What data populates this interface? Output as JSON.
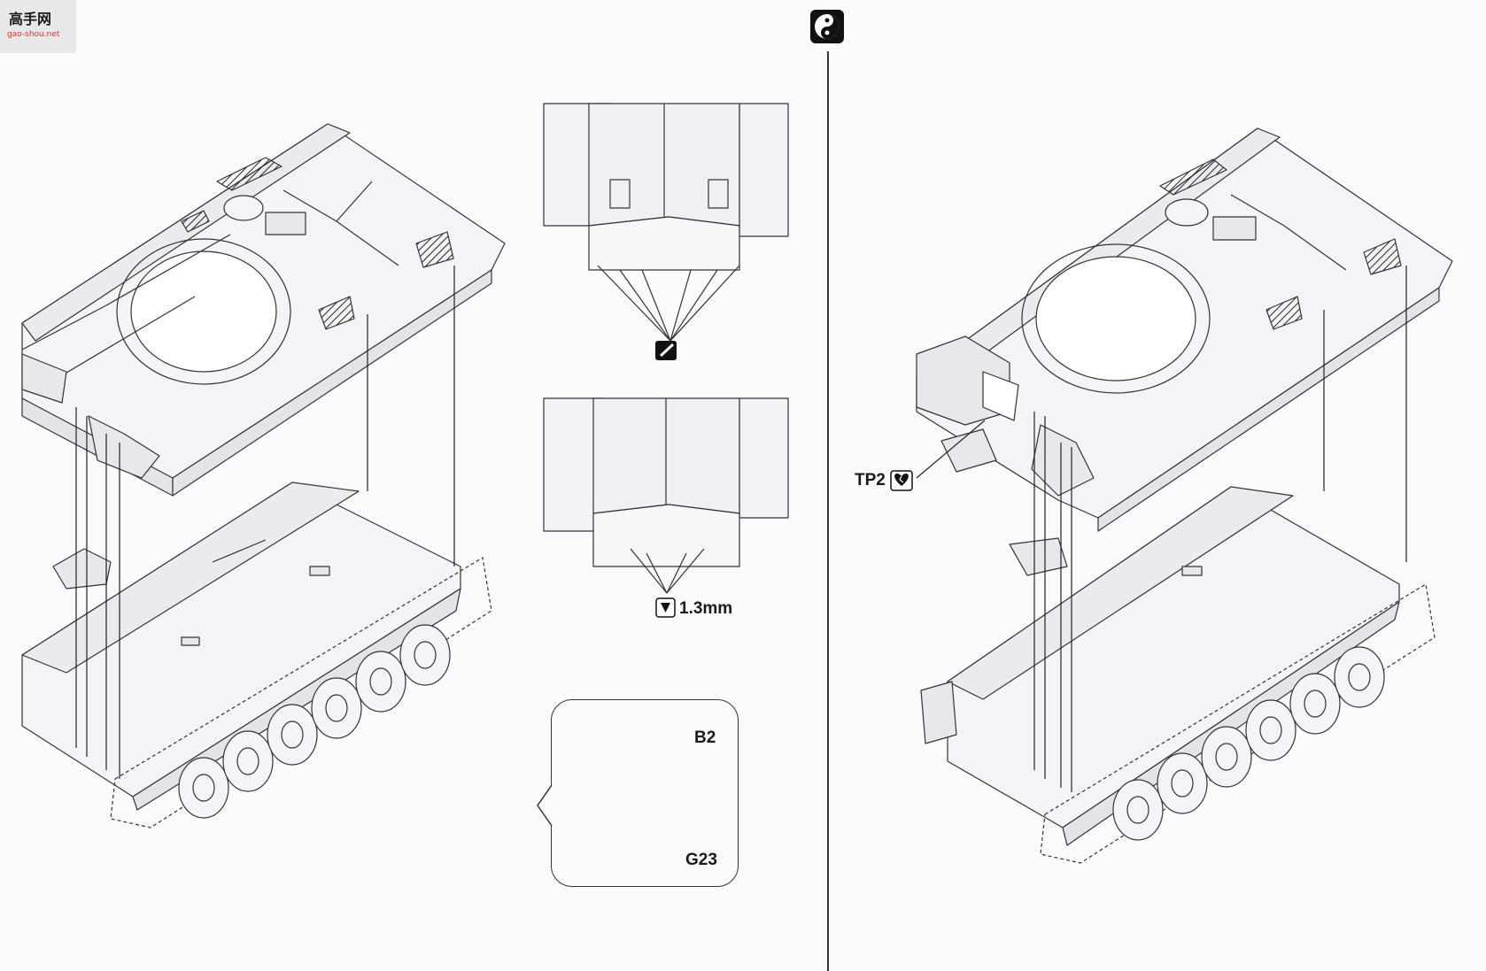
{
  "logo": {
    "badge_text": "高手网",
    "url_text": "gao-shou.net",
    "accent": "#c0392b"
  },
  "step": {
    "icon": "yin-yang-step-icon"
  },
  "labels": {
    "tp2": "TP2",
    "measure": "1.3mm",
    "b2": "B2",
    "g23": "G23"
  },
  "icons": {
    "tp2_icon": "broken-heart-icon",
    "drill_icon": "drill-icon",
    "hole_icon": "hole-marker-icon"
  },
  "colors": {
    "line": "#333333",
    "part_fill": "#eef0f4",
    "paper": "#fafbfc"
  }
}
